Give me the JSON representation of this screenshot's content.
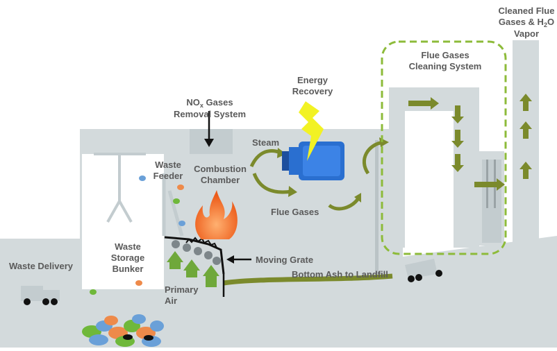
{
  "labels": {
    "cleaned_flue_line1": "Cleaned Flue",
    "cleaned_flue_line2_pre": "Gases & H",
    "cleaned_flue_line2_sub": "2",
    "cleaned_flue_line2_post": "O",
    "cleaned_flue_line3": "Vapor",
    "flue_cleaning_line1": "Flue Gases",
    "flue_cleaning_line2": "Cleaning System",
    "energy_recovery_line1": "Energy",
    "energy_recovery_line2": "Recovery",
    "nox_line1_pre": "NO",
    "nox_line1_sub": "x",
    "nox_line1_post": " Gases",
    "nox_line2": "Removal System",
    "steam": "Steam",
    "waste_feeder_line1": "Waste",
    "waste_feeder_line2": "Feeder",
    "combustion_line1": "Combustion",
    "combustion_line2": "Chamber",
    "flue_gases": "Flue Gases",
    "waste_storage_line1": "Waste",
    "waste_storage_line2": "Storage",
    "waste_storage_line3": "Bunker",
    "moving_grate": "Moving Grate",
    "waste_delivery": "Waste Delivery",
    "bottom_ash": "Bottom Ash to Landfill",
    "primary_air_line1": "Primary",
    "primary_air_line2": "Air"
  },
  "colors": {
    "structure": "#d3dadc",
    "structure_dark": "#c3cccf",
    "background": "#ffffff",
    "arrow_olive": "#7b8a2c",
    "arrow_green": "#6fa83a",
    "dashed_border": "#8dbb3a",
    "flame": "#ef6a22",
    "bolt": "#f2f224",
    "turbine": "#2a6fd0",
    "text": "#5a5a5a"
  }
}
